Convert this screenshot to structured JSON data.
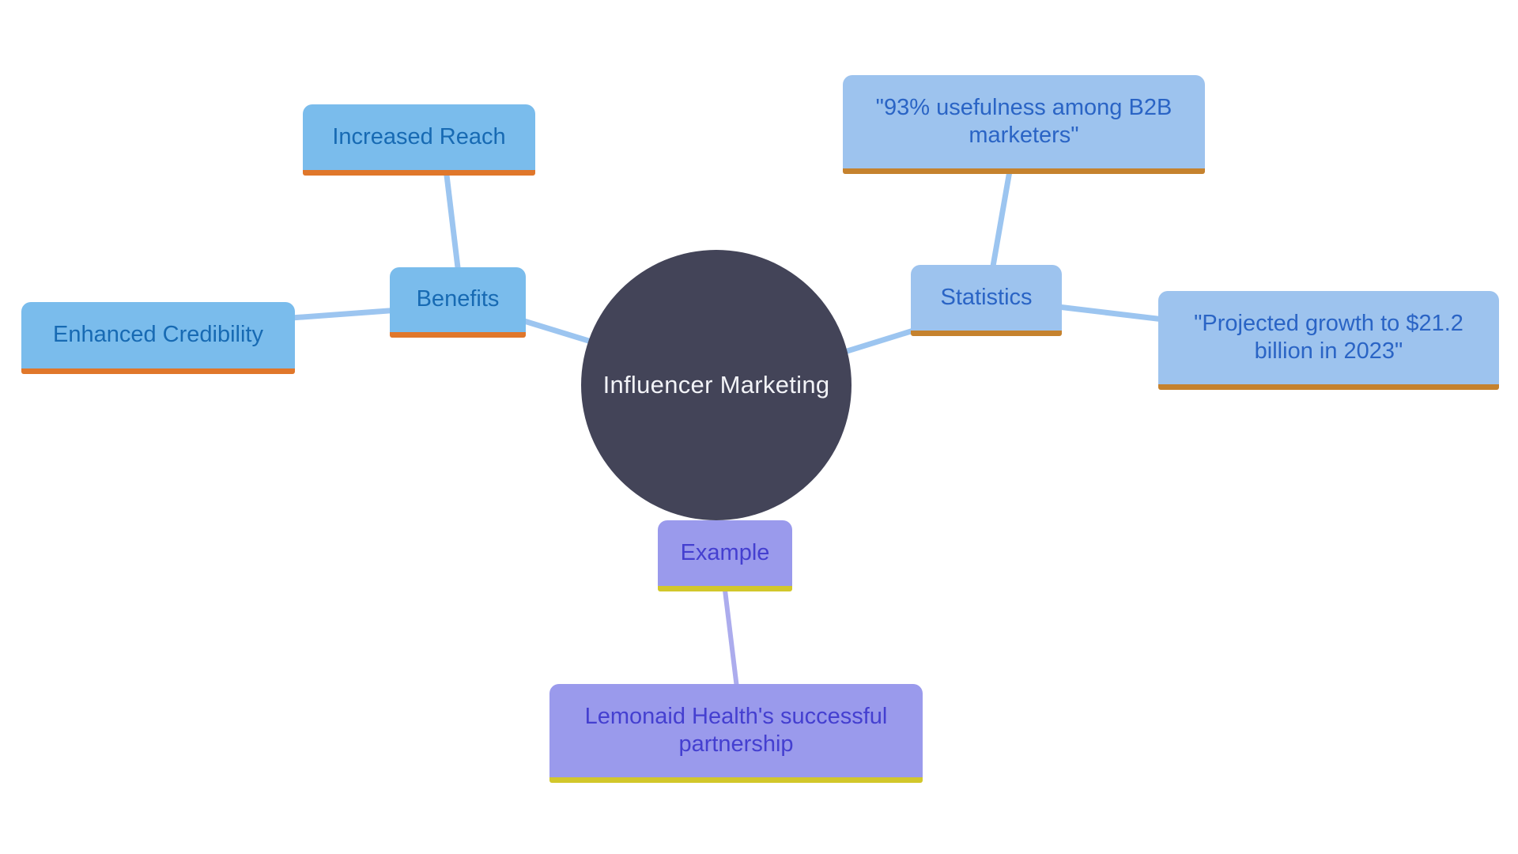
{
  "diagram": {
    "type": "mind-map",
    "center": {
      "label": "Influencer Marketing"
    },
    "nodes": {
      "benefits": {
        "label": "Benefits",
        "branch": "benefits"
      },
      "increased_reach": {
        "label": "Increased Reach",
        "branch": "benefits"
      },
      "enhanced_credibility": {
        "label": "Enhanced Credibility",
        "branch": "benefits"
      },
      "statistics": {
        "label": "Statistics",
        "branch": "statistics"
      },
      "b2b_usefulness": {
        "label": "\"93% usefulness among B2B marketers\"",
        "branch": "statistics"
      },
      "projected_growth": {
        "label": "\"Projected growth to $21.2 billion in 2023\"",
        "branch": "statistics"
      },
      "example": {
        "label": "Example",
        "branch": "example"
      },
      "lemonaid": {
        "label": "Lemonaid Health's successful partnership",
        "branch": "example"
      }
    },
    "edges": [
      {
        "from": "increased_reach",
        "to": "benefits"
      },
      {
        "from": "enhanced_credibility",
        "to": "benefits"
      },
      {
        "from": "benefits",
        "to": "center"
      },
      {
        "from": "b2b_usefulness",
        "to": "statistics"
      },
      {
        "from": "center",
        "to": "statistics"
      },
      {
        "from": "statistics",
        "to": "projected_growth"
      },
      {
        "from": "example",
        "to": "lemonaid"
      }
    ]
  },
  "colors": {
    "background": "#ffffff",
    "center_fill": "#434458",
    "center_text": "#f2f3f7",
    "branch_bright_fill": "#7abcec",
    "branch_bright_underline": "#e0772b",
    "branch_bright_text": "#176ab3",
    "branch_muted_fill": "#9dc3ee",
    "branch_muted_underline": "#c5822e",
    "branch_muted_text": "#2a64c5",
    "branch_purple_fill": "#9a9aec",
    "branch_purple_underline": "#d2c72b",
    "branch_purple_text": "#443fd0",
    "connector_blue": "#9cc5f0",
    "connector_purple": "#acaced"
  }
}
